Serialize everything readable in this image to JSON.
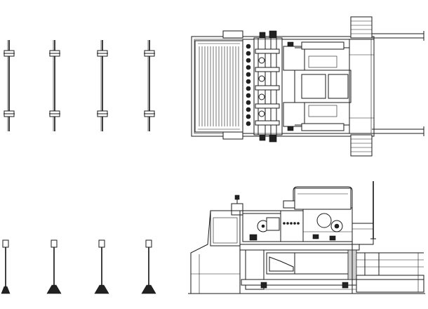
{
  "drawing": {
    "views": [
      "top-plan-view",
      "side-elevation-view"
    ],
    "top_left_rack_count": 4,
    "bottom_left_post_count": 4,
    "colors": {
      "line": "#1a1a1a",
      "background": "#ffffff",
      "shade": "#cfcfcf"
    }
  }
}
